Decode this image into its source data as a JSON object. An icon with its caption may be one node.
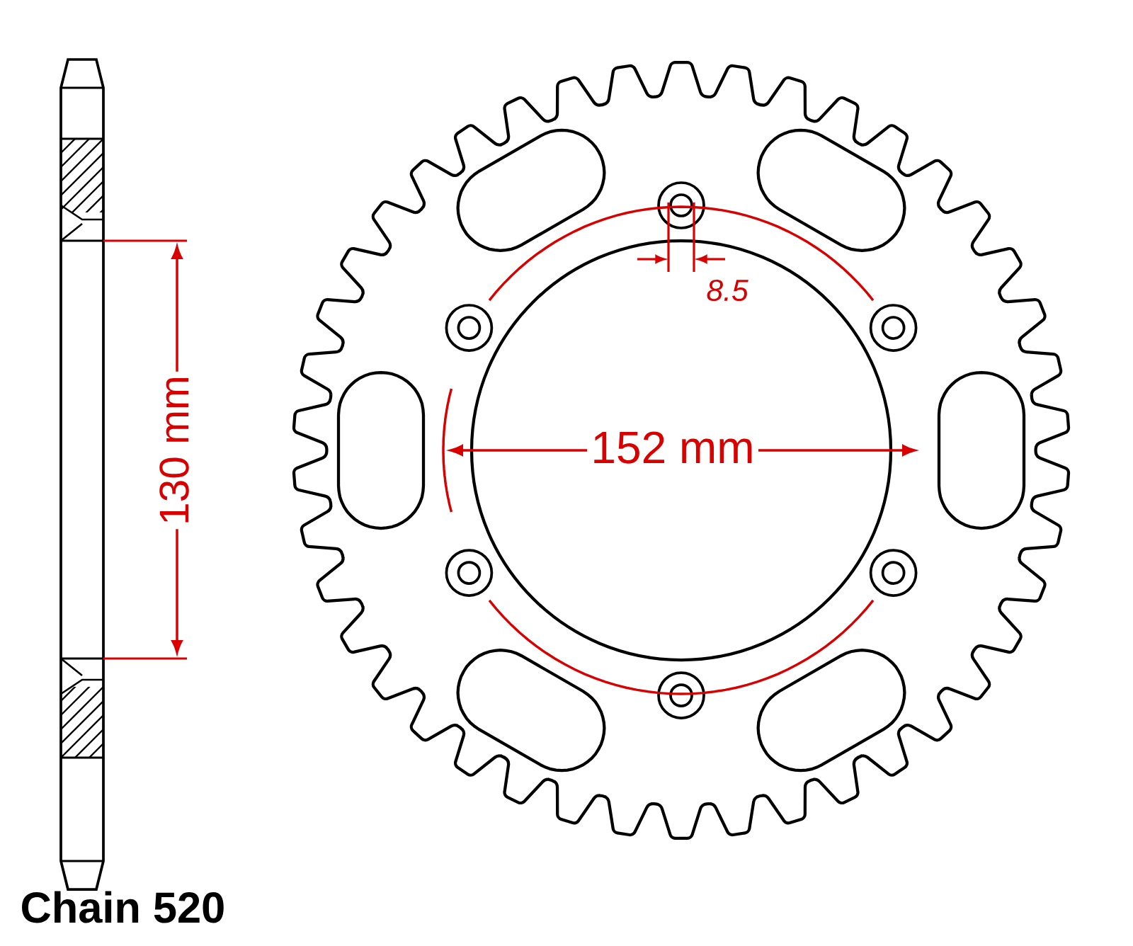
{
  "diagram": {
    "labels": [
      "130 mm",
      "8.5",
      "152 mm",
      "Chain 520"
    ]
  }
}
